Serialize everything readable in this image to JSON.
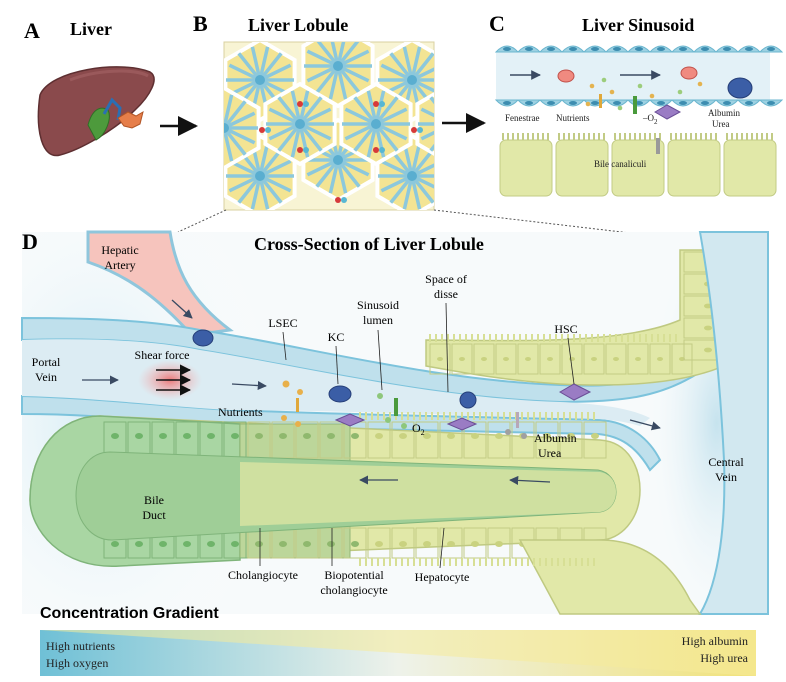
{
  "panels": {
    "a": {
      "letter": "A",
      "title": "Liver"
    },
    "b": {
      "letter": "B",
      "title": "Liver Lobule"
    },
    "c": {
      "letter": "C",
      "title": "Liver Sinusoid",
      "labels": {
        "fenestrae": "Fenestrae",
        "nutrients": "Nutrients",
        "o2": "–O",
        "o2_sub": "2",
        "albumin": "Albumin",
        "urea": "Urea",
        "bile_canaliculi": "Bile canaliculi"
      }
    },
    "d": {
      "letter": "D",
      "title": "Cross-Section of Liver Lobule",
      "labels": {
        "hepatic_artery_1": "Hepatic",
        "hepatic_artery_2": "Artery",
        "portal_vein_1": "Portal",
        "portal_vein_2": "Vein",
        "shear_force": "Shear force",
        "lsec": "LSEC",
        "kc": "KC",
        "sinusoid_lumen_1": "Sinusoid",
        "sinusoid_lumen_2": "lumen",
        "space_disse_1": "Space of",
        "space_disse_2": "disse",
        "hsc": "HSC",
        "nutrients": "Nutrients",
        "o2": "O",
        "o2_sub": "2",
        "albumin": "Albumin",
        "urea": "Urea",
        "central_vein_1": "Central",
        "central_vein_2": "Vein",
        "bile_duct_1": "Bile",
        "bile_duct_2": "Duct",
        "cholangiocyte": "Cholangiocyte",
        "biopotential_1": "Biopotential",
        "biopotential_2": "cholangiocyte",
        "hepatocyte": "Hepatocyte"
      }
    }
  },
  "gradient": {
    "title": "Concentration Gradient",
    "left_1": "High nutrients",
    "left_2": "High oxygen",
    "right_1": "High albumin",
    "right_2": "High urea",
    "colors": {
      "left": "#6fc0d6",
      "right": "#f1e27a"
    }
  },
  "colors": {
    "endothelium": "#7cc3dc",
    "hepatocyte": "#e1e8a8",
    "cholangiocyte": "#a9d6a3",
    "liver": "#8a4a4c",
    "artery": "#f3b1a8"
  }
}
